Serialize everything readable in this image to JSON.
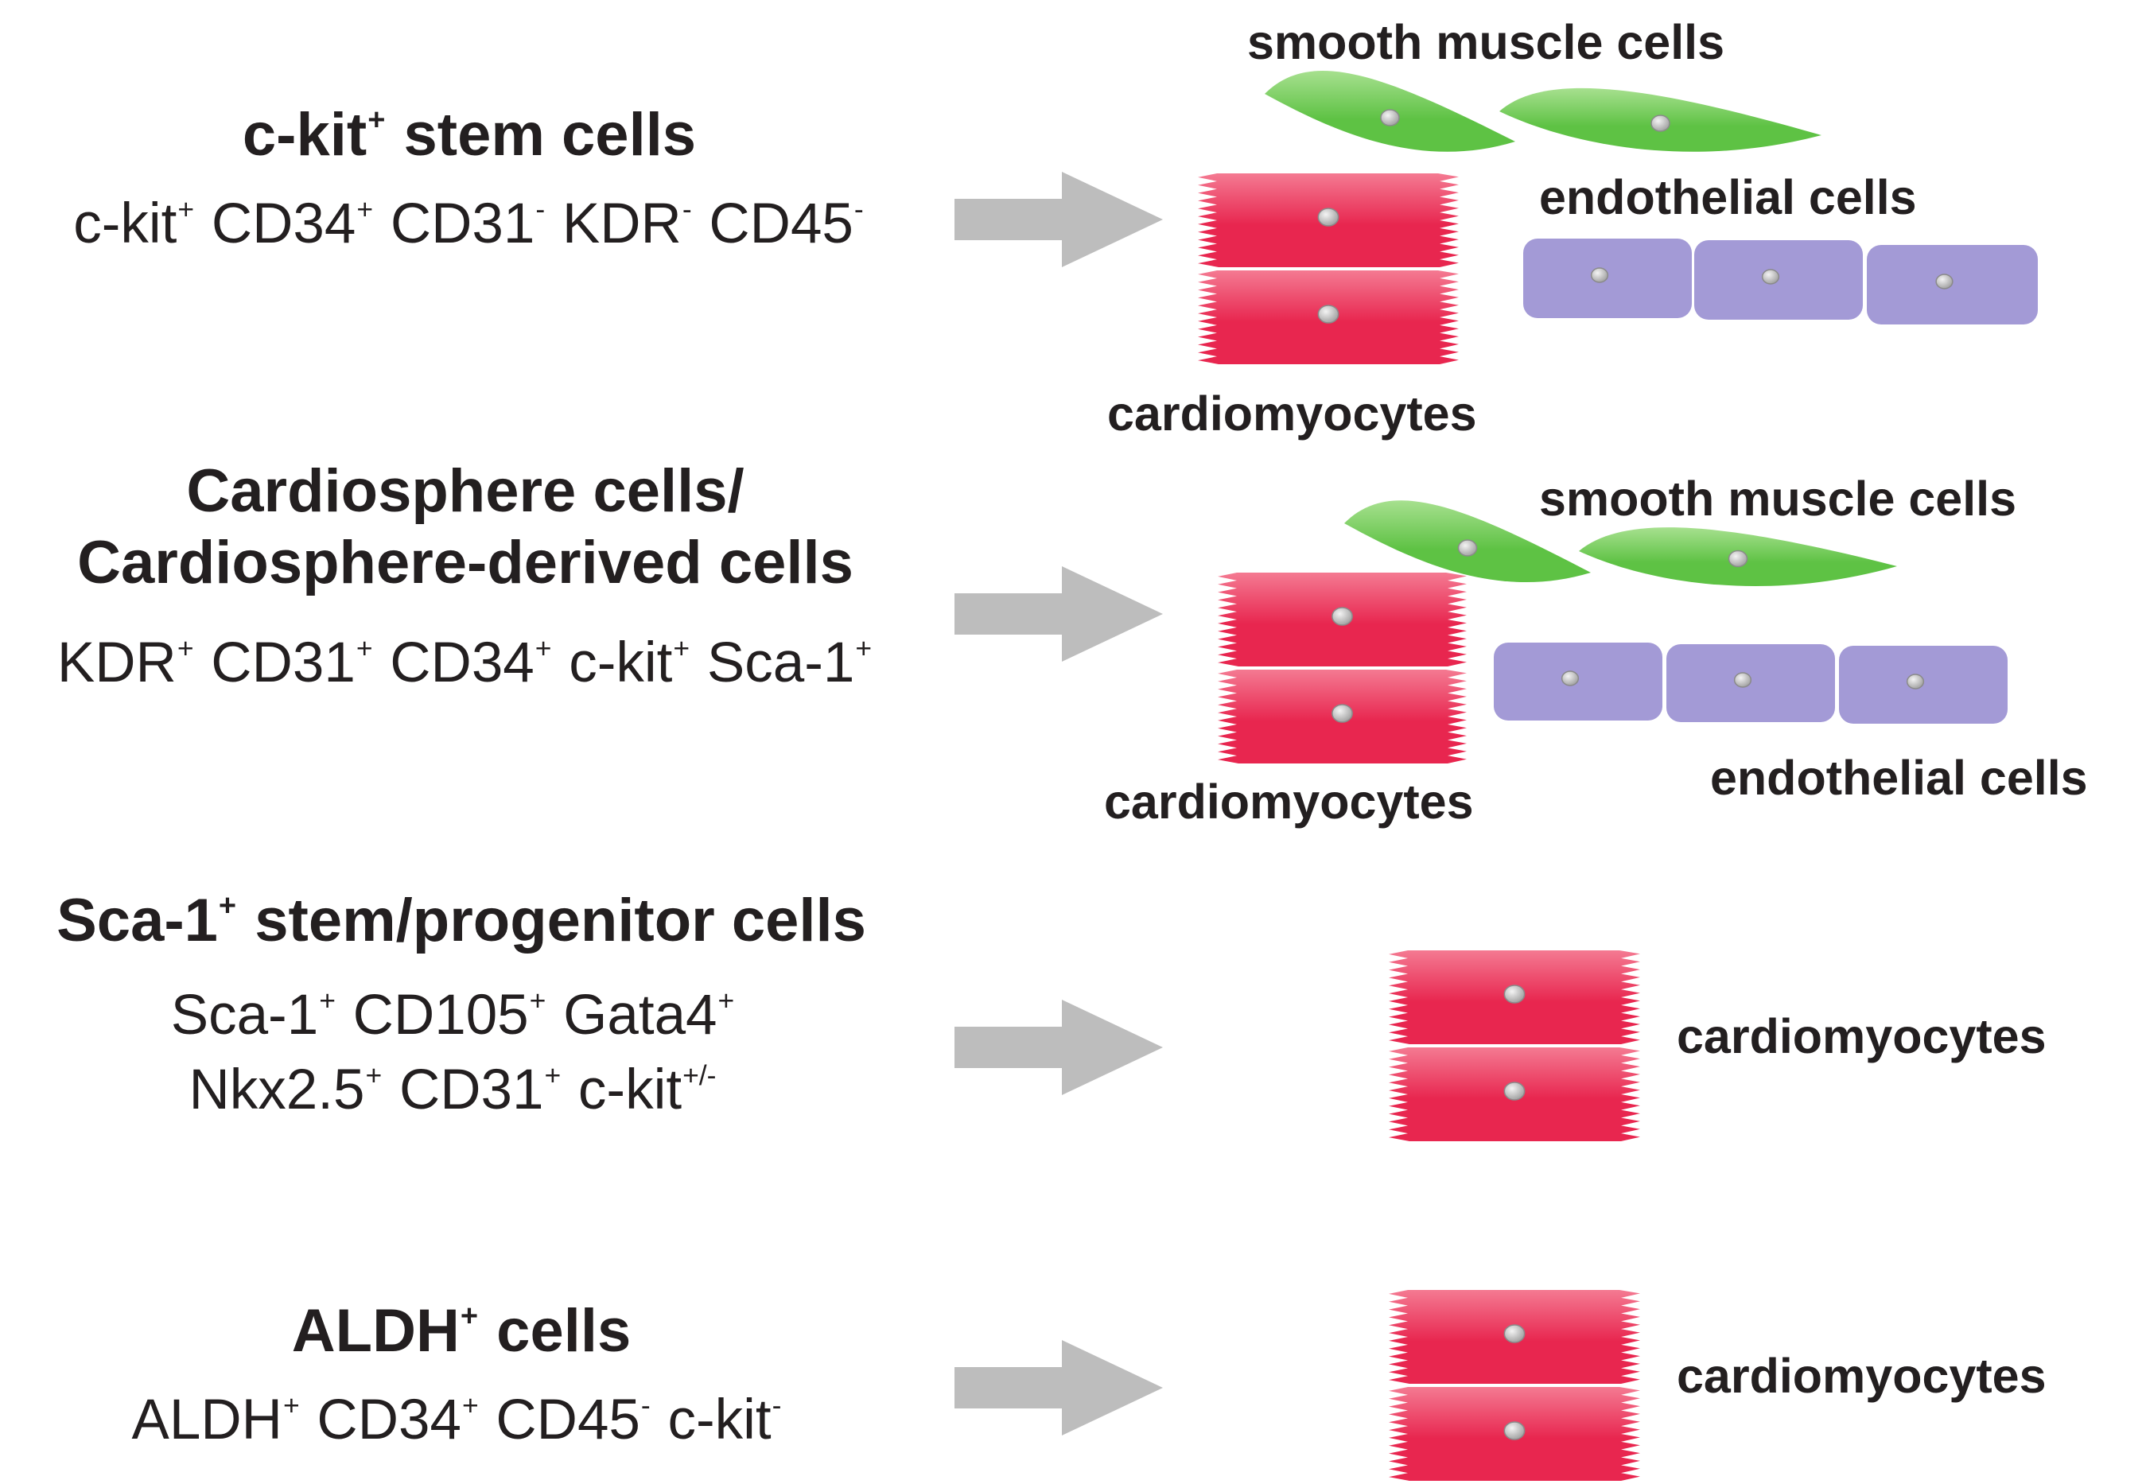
{
  "colors": {
    "arrow": "#bdbdbd",
    "cardiomyocyte": "#e8264f",
    "cardiomyocyte_light": "#f47a92",
    "smooth_muscle": "#5ec244",
    "smooth_muscle_light": "#a7e08f",
    "endothelial": "#a39ad6",
    "nucleus": "#c8c8c8",
    "text": "#231f20"
  },
  "rows": [
    {
      "title": {
        "parts": [
          {
            "t": "c-kit"
          },
          {
            "t": "+",
            "sup": true
          },
          {
            "t": " stem cells"
          }
        ]
      },
      "markers": [
        [
          {
            "t": "c-kit"
          },
          {
            "t": "+",
            "sup": true
          },
          {
            "t": " CD34"
          },
          {
            "t": "+",
            "sup": true
          },
          {
            "t": " CD31"
          },
          {
            "t": "-",
            "sup": true
          },
          {
            "t": " KDR"
          },
          {
            "t": "-",
            "sup": true
          },
          {
            "t": " CD45"
          },
          {
            "t": "-",
            "sup": true
          }
        ]
      ],
      "labels": {
        "smooth_muscle": "smooth muscle cells",
        "endothelial": "endothelial cells",
        "cardiomyocytes": "cardiomyocytes"
      }
    },
    {
      "title": {
        "lines": [
          "Cardiosphere cells/",
          "Cardiosphere-derived cells"
        ]
      },
      "markers": [
        [
          {
            "t": "KDR"
          },
          {
            "t": "+",
            "sup": true
          },
          {
            "t": " CD31"
          },
          {
            "t": "+",
            "sup": true
          },
          {
            "t": " CD34"
          },
          {
            "t": "+",
            "sup": true
          },
          {
            "t": " c-kit"
          },
          {
            "t": "+",
            "sup": true
          },
          {
            "t": " Sca-1"
          },
          {
            "t": "+",
            "sup": true
          }
        ]
      ],
      "labels": {
        "smooth_muscle": "smooth muscle cells",
        "endothelial": "endothelial cells",
        "cardiomyocytes": "cardiomyocytes"
      }
    },
    {
      "title": {
        "parts": [
          {
            "t": "Sca-1"
          },
          {
            "t": "+",
            "sup": true
          },
          {
            "t": " stem/progenitor cells"
          }
        ]
      },
      "markers": [
        [
          {
            "t": "Sca-1"
          },
          {
            "t": "+",
            "sup": true
          },
          {
            "t": " CD105"
          },
          {
            "t": "+",
            "sup": true
          },
          {
            "t": " Gata4"
          },
          {
            "t": "+",
            "sup": true
          }
        ],
        [
          {
            "t": "Nkx2.5"
          },
          {
            "t": "+",
            "sup": true
          },
          {
            "t": " CD31"
          },
          {
            "t": "+",
            "sup": true
          },
          {
            "t": " c-kit"
          },
          {
            "t": "+/-",
            "sup": true
          }
        ]
      ],
      "labels": {
        "cardiomyocytes": "cardiomyocytes"
      }
    },
    {
      "title": {
        "parts": [
          {
            "t": "ALDH"
          },
          {
            "t": "+",
            "sup": true
          },
          {
            "t": " cells"
          }
        ]
      },
      "markers": [
        [
          {
            "t": "ALDH"
          },
          {
            "t": "+",
            "sup": true
          },
          {
            "t": " CD34"
          },
          {
            "t": "+",
            "sup": true
          },
          {
            "t": " CD45"
          },
          {
            "t": "-",
            "sup": true
          },
          {
            "t": " c-kit"
          },
          {
            "t": "-",
            "sup": true
          }
        ]
      ],
      "labels": {
        "cardiomyocytes": "cardiomyocytes"
      }
    }
  ]
}
